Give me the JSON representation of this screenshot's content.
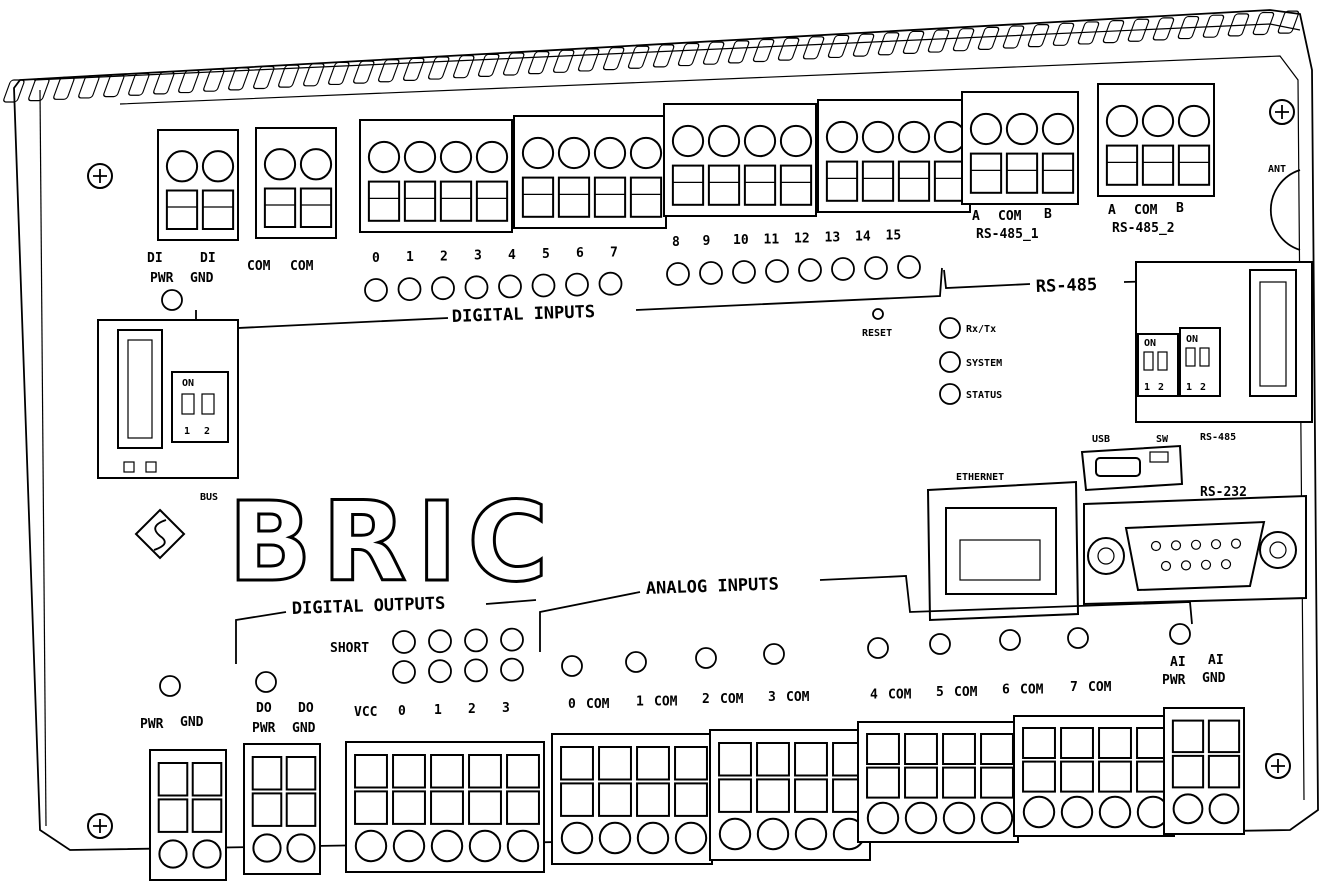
{
  "brand": {
    "logo_text": "BRIC"
  },
  "sections": {
    "digital_inputs": "DIGITAL INPUTS",
    "rs485_group": "RS-485",
    "digital_outputs": "DIGITAL OUTPUTS",
    "analog_inputs": "ANALOG INPUTS"
  },
  "di_power": {
    "labels_top": [
      "DI",
      "DI"
    ],
    "labels_bottom": [
      "PWR",
      "GND"
    ]
  },
  "di_com": {
    "labels": [
      "COM",
      "COM"
    ]
  },
  "digital_inputs": {
    "channels": [
      "0",
      "1",
      "2",
      "3",
      "4",
      "5",
      "6",
      "7",
      "8",
      "9",
      "10",
      "11",
      "12",
      "13",
      "14",
      "15"
    ]
  },
  "rs485_ports": [
    {
      "pins": [
        "A",
        "COM",
        "B"
      ],
      "name": "RS-485_1"
    },
    {
      "pins": [
        "A",
        "COM",
        "B"
      ],
      "name": "RS-485_2"
    }
  ],
  "antenna": {
    "label": "ANT"
  },
  "reset": {
    "label": "RESET"
  },
  "status_leds": [
    "Rx/Tx",
    "SYSTEM",
    "STATUS"
  ],
  "dip_switch": {
    "on_label": "ON",
    "positions": [
      "1",
      "2"
    ]
  },
  "bus": {
    "label": "BUS"
  },
  "side_ports": {
    "usb": "USB",
    "sw": "SW",
    "rs485": "RS-485"
  },
  "ethernet": {
    "label": "ETHERNET"
  },
  "rs232": {
    "label": "RS-232"
  },
  "digital_outputs": {
    "short_label": "SHORT",
    "channels": [
      "VCC",
      "0",
      "1",
      "2",
      "3"
    ],
    "do_labels_top": [
      "DO",
      "DO"
    ],
    "do_labels_bottom": [
      "PWR",
      "GND"
    ]
  },
  "power_labels": [
    "PWR",
    "GND"
  ],
  "analog_inputs": {
    "channels": [
      "0",
      "COM",
      "1",
      "COM",
      "2",
      "COM",
      "3",
      "COM",
      "4",
      "COM",
      "5",
      "COM",
      "6",
      "COM",
      "7",
      "COM"
    ],
    "ai_labels_top": [
      "AI",
      "AI"
    ],
    "ai_labels_bottom": [
      "PWR",
      "GND"
    ]
  },
  "colors": {
    "line": "#000000",
    "background": "#ffffff"
  }
}
